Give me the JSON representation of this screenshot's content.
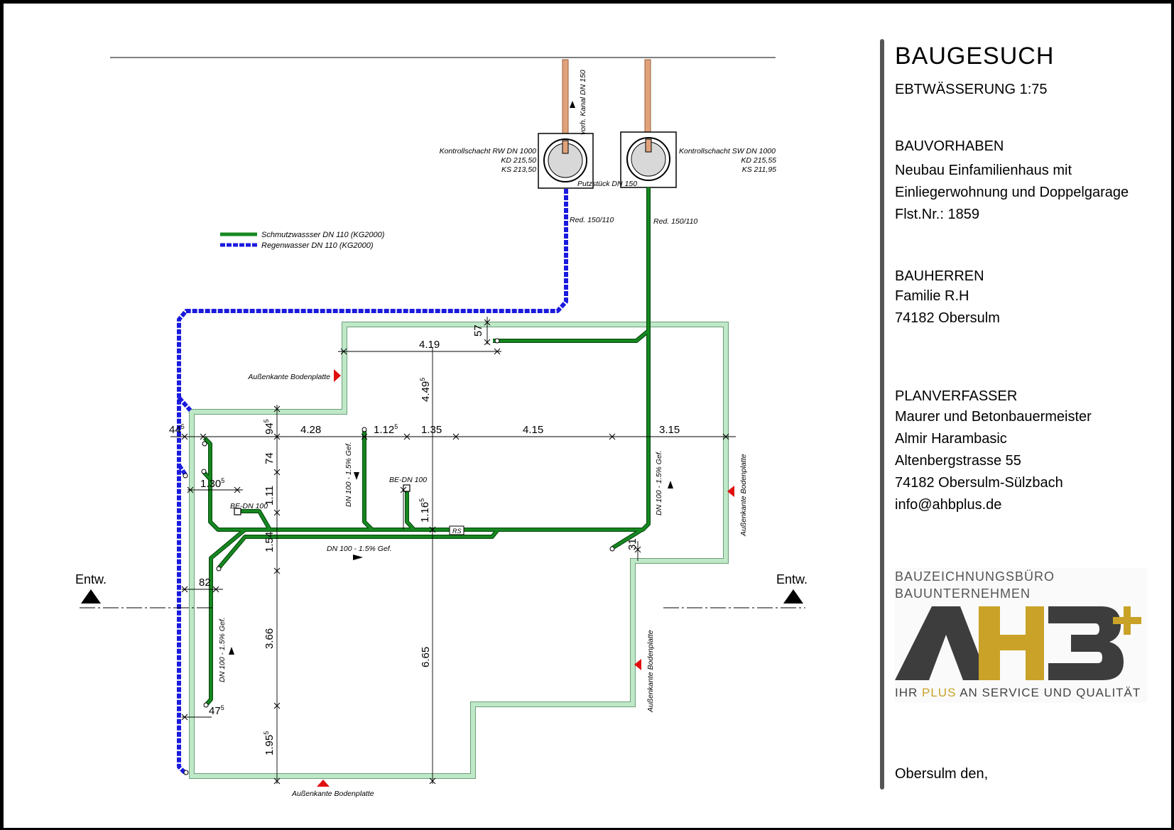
{
  "sidebar": {
    "heading": "BAUGESUCH",
    "subheading": "EBTWÄSSERUNG 1:75",
    "project_title": "BAUVORHABEN",
    "project_lines": [
      "Neubau Einfamilienhaus mit",
      "Einliegerwohnung und Doppelgarage",
      "Flst.Nr.: 1859"
    ],
    "owner_title": "BAUHERREN",
    "owner_lines": [
      "Familie R.H",
      "74182 Obersulm"
    ],
    "author_title": "PLANVERFASSER",
    "author_lines": [
      "Maurer und Betonbauermeister",
      "Almir Harambasic",
      "Altenbergstrasse 55",
      "74182 Obersulm-Sülzbach",
      "info@ahbplus.de"
    ],
    "logo": {
      "line1": "BAUZEICHNUNGSBÜRO",
      "line2": "BAUUNTERNEHMEN",
      "mark_text": "AHB+",
      "slogan_pre": "IHR ",
      "slogan_gold": "PLUS",
      "slogan_post": " AN SERVICE UND QUALITÄT",
      "color_dark": "#3d3d3d",
      "color_gold": "#c9a227"
    },
    "place_date": "Obersulm den,"
  },
  "legend": {
    "sewage": "Schmutzwassser DN 110 (KG2000)",
    "rain": "Regenwasser DN 110 (KG2000)"
  },
  "manholes": {
    "rain": {
      "lines": [
        "Kontrollschacht RW DN 1000",
        "KD 215,50",
        "KS 213,50"
      ]
    },
    "sewage": {
      "lines": [
        "Kontrollschacht SW DN 1000",
        "KD 215,55",
        "KS 211,95"
      ]
    },
    "existing_sewer": "vorh. Kanal DN 150",
    "cleanout": "Putzstück DN 150",
    "reducer_rain": "Red. 150/110",
    "reducer_sewage": "Red. 150/110"
  },
  "labels": {
    "outer_edge": "Außenkante Bodenplatte",
    "pipe_slope": "DN 100 - 1.5% Gef.",
    "floor_drain": "BE-DN 100",
    "rs": "RS",
    "section": "Entw."
  },
  "dimensions": {
    "d419": "4.19",
    "d57": "57",
    "d4495": "4.49",
    "d4495s": "5",
    "d445": "44",
    "d445s": "5",
    "d945": "94",
    "d945s": "5",
    "d428": "4.28",
    "d1125": "1.12",
    "d1125s": "5",
    "d135": "1.35",
    "d415": "4.15",
    "d315": "3.15",
    "d74": "74",
    "d111": "1.11",
    "d1305": "1.30",
    "d1305s": "5",
    "d1165": "1.16",
    "d1165s": "5",
    "d154": "1.54",
    "d31": "31",
    "d82": "82",
    "d366": "3.66",
    "d665": "6.65",
    "d475": "47",
    "d475s": "5",
    "d1955": "1.95",
    "d1955s": "5"
  },
  "colors": {
    "sewage": "#157a1e",
    "rain": "#1a1adf",
    "wall": "#bfe8c8",
    "connector": "#e0a27a",
    "marker": "#e01010"
  }
}
